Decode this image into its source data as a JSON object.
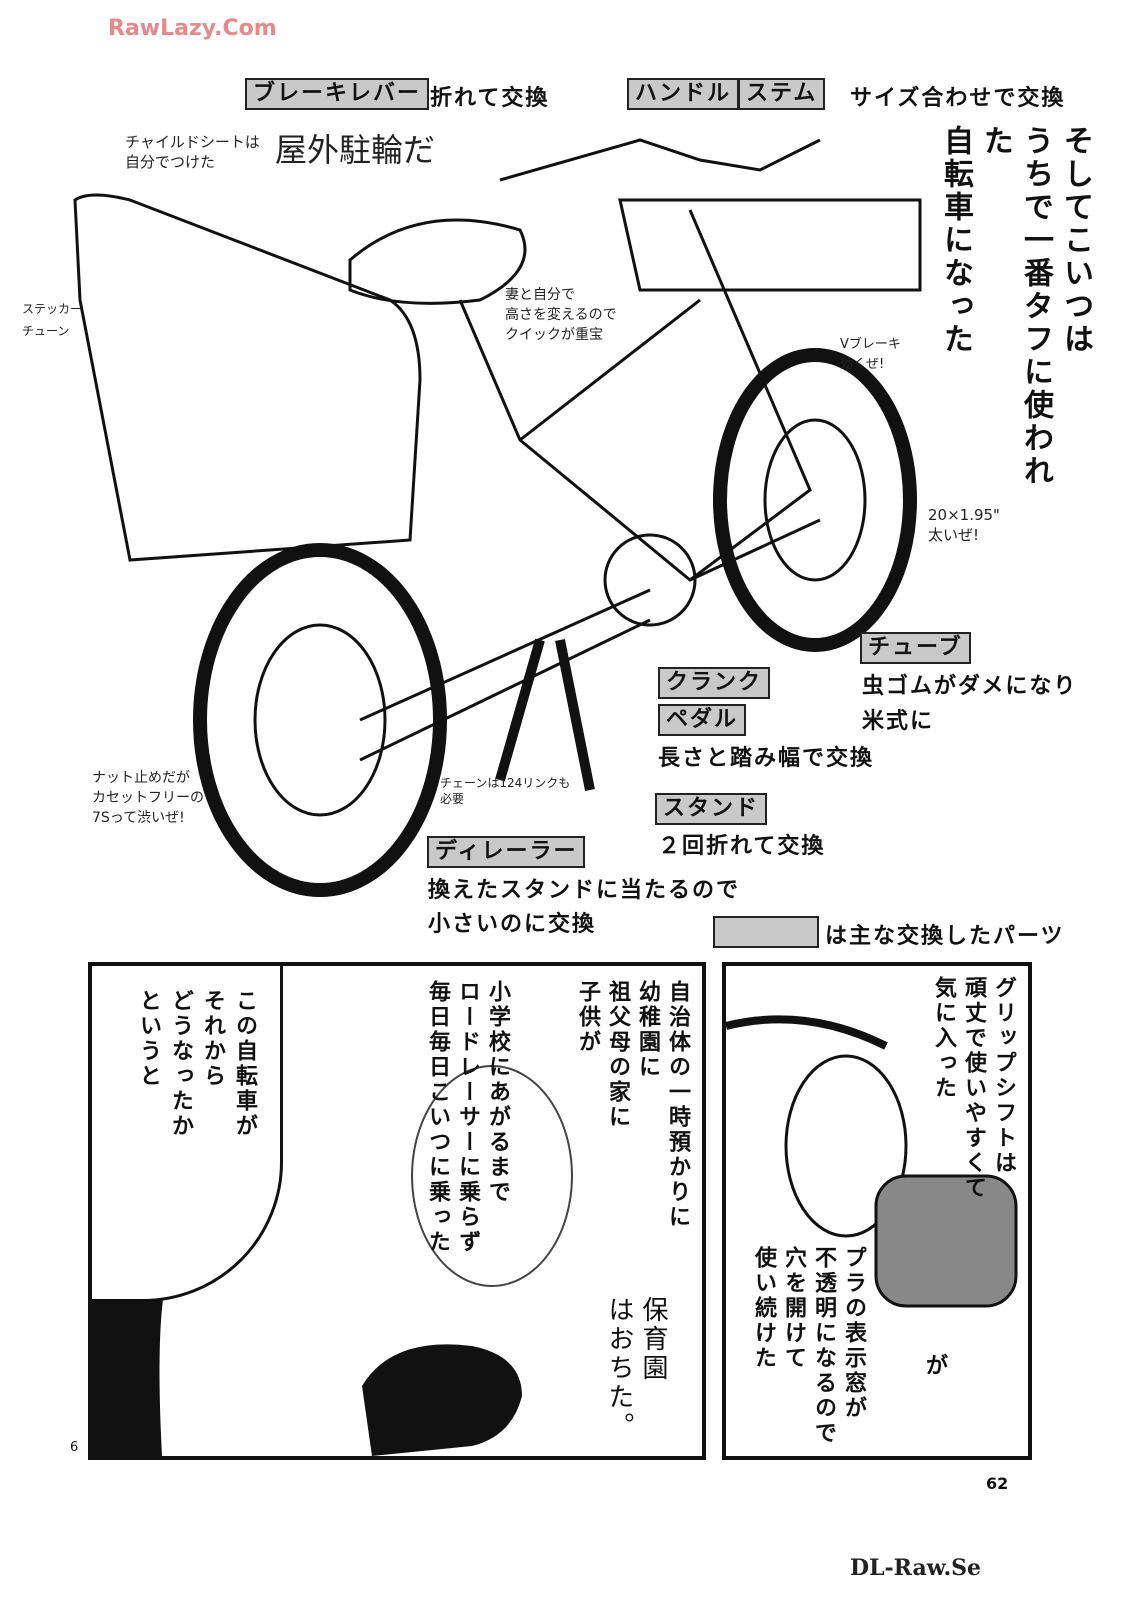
{
  "watermarks": {
    "top": "RawLazy.Com",
    "bottom": "DL-Raw.Se",
    "top_color": "#e58a8a"
  },
  "labels": {
    "brake_lever": {
      "tag": "ブレーキレバー",
      "note": "折れて交換"
    },
    "handle": {
      "tag": "ハンドル"
    },
    "stem": {
      "tag": "ステム",
      "note": "サイズ合わせで交換"
    },
    "tube": {
      "tag": "チューブ",
      "note": [
        "虫ゴムがダメになり",
        "米式に"
      ]
    },
    "crank": {
      "tag": "クランク"
    },
    "pedal": {
      "tag": "ペダル",
      "note": "長さと踏み幅で交換"
    },
    "stand": {
      "tag": "スタンド",
      "note": "２回折れて交換"
    },
    "derailleur": {
      "tag": "ディレーラー",
      "note": [
        "換えたスタンドに当たるので",
        "小さいのに交換"
      ]
    },
    "legend": "は主な交換したパーツ",
    "tag_color": "#c9c9c9"
  },
  "narration_top": [
    "そしてこいつは",
    "うちで一番タフに使われた",
    "自転車になった"
  ],
  "handwritten": {
    "child_seat": "チャイルドシートは\n自分でつけた",
    "outdoor": "屋外駐輪だ",
    "sticker": "ステッカー\nチューン",
    "quick": "妻と自分で\n高さを変えるので\nクイックが重宝",
    "vbrake": "Vブレーキ\n効くぜ!",
    "tire": "20×1.95\"\n太いぜ!",
    "cassette": "ナット止めだが\nカセットフリーの\n7Sって渋いぜ!",
    "chain": "チェーンは124リンクも\n必要"
  },
  "panel1": {
    "narration": [
      "自治体の一時預かりに",
      "幼稚園に",
      "祖父母の家に",
      "子供が",
      "小学校にあがるまで",
      "ロードレーサーに乗らず",
      "毎日毎日こいつに乗った"
    ],
    "bubble": [
      "この自転車が",
      "それから",
      "どうなったか",
      "というと"
    ],
    "note": [
      "保育園",
      "はおちた。"
    ]
  },
  "panel2": {
    "narration": [
      "グリップシフトは",
      "頑丈で使いやすくて",
      "気に入った"
    ],
    "lower": [
      "プラの表示窓が",
      "不透明になるので",
      "穴を開けて",
      "使い続けた"
    ],
    "ga": "が"
  },
  "page_numbers": {
    "left": "6",
    "right": "62"
  }
}
